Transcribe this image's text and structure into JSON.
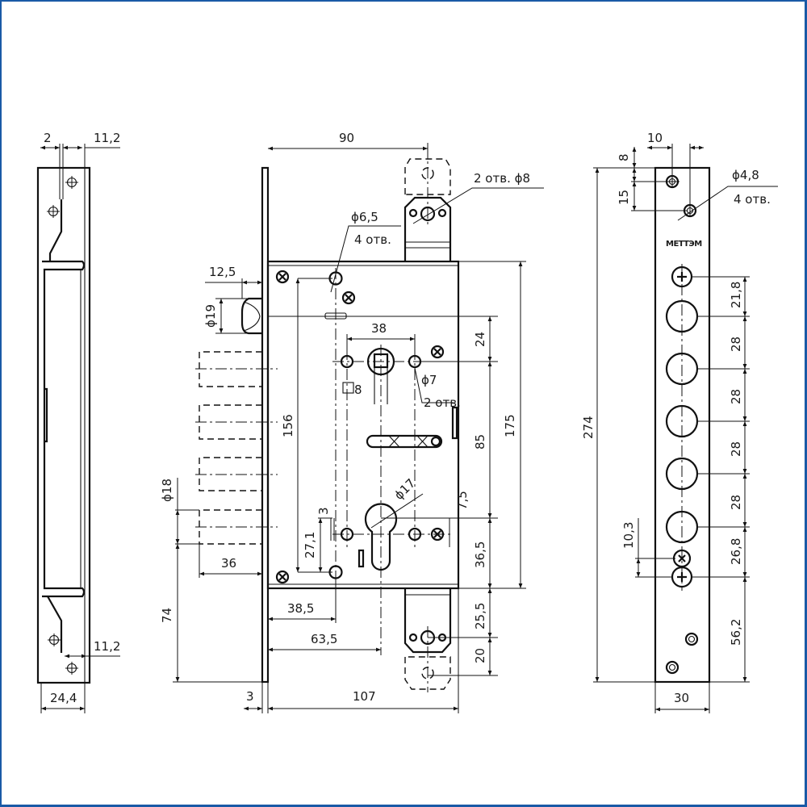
{
  "left_view": {
    "dim_top_gap": "2",
    "dim_top_offset": "11,2",
    "dim_bottom_offset": "11,2",
    "dim_width": "24,4"
  },
  "center_view": {
    "dim_faceplate_to_lug": "90",
    "lug_holes_note": "2 отв. ϕ8",
    "mount_hole_dia": "ϕ6,5",
    "mount_hole_count": "4 отв.",
    "latch_projection": "12,5",
    "latch_dia": "ϕ19",
    "spindle_holes_spacing": "38",
    "dim_24": "24",
    "side_hole_dia": "ϕ7",
    "side_hole_count": "2 отв.",
    "spindle_square": "8",
    "dim_156": "156",
    "dim_85": "85",
    "dim_175": "175",
    "cylinder_dia": "ϕ17",
    "dim_3_small": "3",
    "dim_7_5": "7,5",
    "dim_27_1": "27,1",
    "dim_36_5": "36,5",
    "bolt_dia": "ϕ18",
    "bolt_projection": "36",
    "dim_74": "74",
    "backset_38_5": "38,5",
    "dim_25_5": "25,5",
    "backset_63_5": "63,5",
    "dim_20": "20",
    "faceplate_thickness": "3",
    "case_depth": "107"
  },
  "right_view": {
    "dim_10": "10",
    "dim_8": "8",
    "dim_15": "15",
    "hole_dia": "ϕ4,8",
    "hole_count": "4 отв.",
    "logo_text": "МЕТТЭМ",
    "dim_21_8": "21,8",
    "bolt_spacing": [
      "28",
      "28",
      "28",
      "28"
    ],
    "dim_26_8": "26,8",
    "dim_56_2": "56,2",
    "dim_10_3": "10,3",
    "total_length": "274",
    "width": "30"
  },
  "colors": {
    "frame_border": "#1a5aa6",
    "line": "#111111"
  }
}
